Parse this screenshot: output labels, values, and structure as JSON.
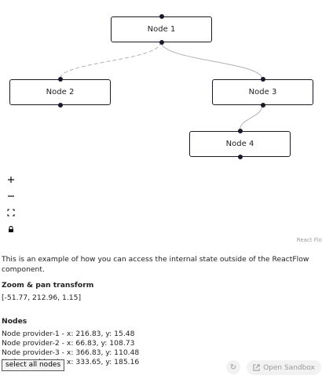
{
  "flow": {
    "nodes": [
      {
        "label": "Node 1"
      },
      {
        "label": "Node 2"
      },
      {
        "label": "Node 3"
      },
      {
        "label": "Node 4"
      }
    ],
    "controls": {
      "zoom_in_icon": "plus-icon",
      "zoom_out_icon": "minus-icon",
      "fit_view_icon": "fit-view-icon",
      "lock_icon": "lock-icon"
    },
    "attribution": "React Flo"
  },
  "sidebar": {
    "description": "This is an example of how you can access the internal state outside of the ReactFlow component.",
    "zoom_heading": "Zoom & pan transform",
    "transform": "[-51.77, 212.96, 1.15]",
    "nodes_heading": "Nodes",
    "node_providers": [
      "Node provider-1 - x: 216.83, y: 15.48",
      "Node provider-2 - x: 66.83, y: 108.73",
      "Node provider-3 - x: 366.83, y: 110.48",
      "Node provider-4 - x: 333.65, y: 185.16"
    ],
    "select_all_label": "select all nodes"
  },
  "footer": {
    "open_sandbox_label": "Open Sandbox"
  }
}
